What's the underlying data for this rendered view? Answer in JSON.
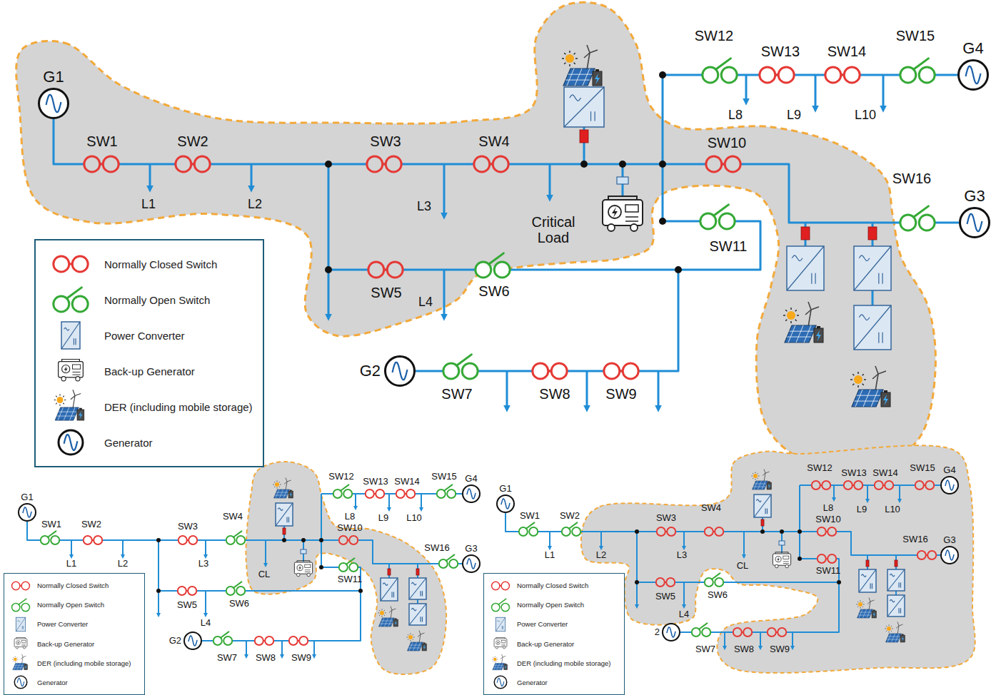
{
  "diagram": {
    "nodes": [
      {
        "text": [
          "G1"
        ]
      },
      {
        "text": [
          "G4"
        ]
      },
      {
        "text": [
          "G3"
        ]
      },
      {
        "text": [
          "G2"
        ]
      },
      {
        "text": [
          "G1"
        ]
      },
      {
        "text": [
          "G4"
        ]
      },
      {
        "text": [
          "G3"
        ]
      },
      {
        "text": [
          "G2"
        ]
      },
      {
        "text": [
          "G1"
        ]
      },
      {
        "text": [
          "G4"
        ]
      },
      {
        "text": [
          "G3"
        ]
      },
      {
        "text": [
          "2"
        ]
      }
    ],
    "labels": [
      "SW1",
      "SW2",
      "L1",
      "L2",
      "SW3",
      "SW4",
      "L3",
      "Critical Load",
      "SW10",
      "SW11",
      "SW5",
      "L4",
      "SW6",
      "SW7",
      "SW8",
      "SW9",
      "SW12",
      "SW13",
      "SW14",
      "SW15",
      "L8",
      "L9",
      "L10",
      "SW16",
      "SW1",
      "SW2",
      "L1",
      "L2",
      "SW3",
      "SW4",
      "L3",
      "CL",
      "SW10",
      "SW11",
      "SW5",
      "L4",
      "SW6",
      "SW7",
      "SW8",
      "SW9",
      "SW12",
      "SW13",
      "SW14",
      "SW15",
      "L8",
      "L9",
      "L10",
      "SW16",
      "SW1",
      "SW2",
      "L1",
      "L2",
      "SW3",
      "SW4",
      "L3",
      "CL",
      "SW10",
      "SW11",
      "SW5",
      "L4",
      "SW6",
      "SW7",
      "SW8",
      "SW9",
      "SW12",
      "SW13",
      "SW14",
      "SW15",
      "L8",
      "L9",
      "L10",
      "SW16"
    ],
    "legend": [
      {
        "text": "Normally Closed Switch"
      },
      {
        "text": "Normally Open Switch"
      },
      {
        "text": "Power Converter"
      },
      {
        "text": "Back-up Generator"
      },
      {
        "text": "DER (including mobile storage)"
      },
      {
        "text": "Generator"
      },
      {
        "text": "Normally Closed Switch"
      },
      {
        "text": "Normally Open Switch"
      },
      {
        "text": "Power Converter"
      },
      {
        "text": "Back-up Generator"
      },
      {
        "text": "DER (including mobile storage)"
      },
      {
        "text": "Generator"
      },
      {
        "text": "Normally Closed Switch"
      },
      {
        "text": "Normally Open Switch"
      },
      {
        "text": "Power Converter"
      },
      {
        "text": "Back-up Generator"
      },
      {
        "text": "DER (including mobile storage)"
      },
      {
        "text": "Generator"
      }
    ]
  }
}
